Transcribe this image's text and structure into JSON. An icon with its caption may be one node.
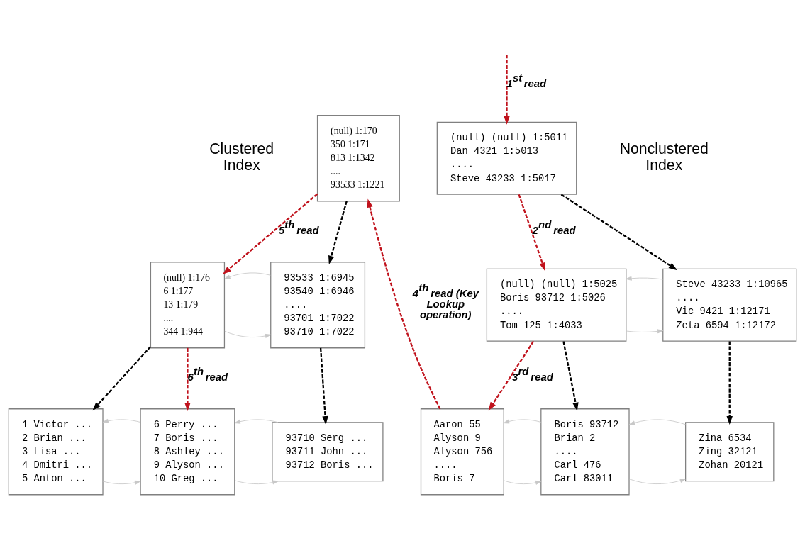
{
  "diagram": {
    "nodes": [
      {
        "text": [
          "(null) 1:170",
          "350 1:171",
          "813 1:1342",
          "....",
          "93533 1:1221"
        ]
      },
      {
        "text": [
          "(null) 1:176",
          "6 1:177",
          "13 1:179",
          "....",
          "344 1:944"
        ]
      },
      {
        "text": [
          "93533 1:6945",
          "93540 1:6946",
          "....",
          "93701 1:7022",
          "93710 1:7022"
        ]
      },
      {
        "text": [
          "1 Victor ...",
          "2 Brian ...",
          "3 Lisa ...",
          "4 Dmitri ...",
          "5 Anton ..."
        ]
      },
      {
        "text": [
          "6 Perry ...",
          "7 Boris ...",
          "8 Ashley ...",
          "9 Alyson ...",
          "10 Greg ..."
        ]
      },
      {
        "text": [
          "93710 Serg ...",
          "93711 John ...",
          "93712 Boris ..."
        ]
      },
      {
        "text": [
          "(null) (null) 1:5011",
          "Dan 4321 1:5013",
          "....",
          "Steve 43233 1:5017"
        ]
      },
      {
        "text": [
          "(null) (null) 1:5025",
          "Boris 93712 1:5026",
          "....",
          "Tom 125 1:4033"
        ]
      },
      {
        "text": [
          "Steve 43233 1:10965",
          "....",
          "Vic 9421 1:12171",
          "Zeta 6594 1:12172"
        ]
      },
      {
        "text": [
          "Aaron 55",
          "Alyson 9",
          "Alyson 756",
          "....",
          "Boris 7"
        ]
      },
      {
        "text": [
          "Boris 93712",
          "Brian 2",
          "....",
          "Carl 476",
          "Carl 83011"
        ]
      },
      {
        "text": [
          "Zina 6534",
          "Zing 32121",
          "Zohan 20121"
        ]
      }
    ],
    "edges": [
      {
        "from": null,
        "to": 6,
        "arrow": "to",
        "label": "1$^{st}$ read",
        "style": "dashed",
        "color": "#c0121c"
      },
      {
        "from": 6,
        "to": 7,
        "arrow": "to",
        "label": "2$^{nd}$ read",
        "style": "dashed",
        "color": "#c0121c"
      },
      {
        "from": 7,
        "to": 9,
        "arrow": "to",
        "label": "3$^{rd}$ read",
        "style": "dashed",
        "color": "#c0121c"
      },
      {
        "from": 9,
        "to": 0,
        "arrow": "to",
        "label": "4$^{th}$ read (Key Lookup operation)",
        "style": "dashed",
        "color": "#c0121c"
      },
      {
        "from": 0,
        "to": 1,
        "arrow": "to",
        "label": "5$^{th}$ read",
        "style": "dashed",
        "color": "#c0121c"
      },
      {
        "from": 1,
        "to": 4,
        "arrow": "to",
        "label": "6$^{th}$ read",
        "style": "dashed",
        "color": "#c0121c"
      },
      {
        "from": 0,
        "to": 2,
        "arrow": "to",
        "style": "dashed",
        "color": "#000000"
      },
      {
        "from": 1,
        "to": 3,
        "arrow": "to",
        "style": "dashed",
        "color": "#000000"
      },
      {
        "from": 2,
        "to": 5,
        "arrow": "to",
        "style": "dashed",
        "color": "#000000"
      },
      {
        "from": 6,
        "to": 8,
        "arrow": "to",
        "style": "dashed",
        "color": "#000000"
      },
      {
        "from": 7,
        "to": 10,
        "arrow": "to",
        "style": "dashed",
        "color": "#000000"
      },
      {
        "from": 8,
        "to": 11,
        "arrow": "to",
        "style": "dashed",
        "color": "#000000"
      },
      {
        "from": 1,
        "to": 2,
        "arrow": "to"
      },
      {
        "from": 2,
        "to": 1,
        "arrow": "to"
      },
      {
        "from": 3,
        "to": 4,
        "arrow": "to"
      },
      {
        "from": 4,
        "to": 3,
        "arrow": "to"
      },
      {
        "from": 4,
        "to": 5,
        "arrow": "to"
      },
      {
        "from": 5,
        "to": 4,
        "arrow": "to"
      },
      {
        "from": 7,
        "to": 8,
        "arrow": "to"
      },
      {
        "from": 8,
        "to": 7,
        "arrow": "to"
      },
      {
        "from": 9,
        "to": 10,
        "arrow": "to"
      },
      {
        "from": 10,
        "to": 9,
        "arrow": "to"
      },
      {
        "from": 10,
        "to": 11,
        "arrow": "to"
      },
      {
        "from": 11,
        "to": 10,
        "arrow": "to"
      }
    ],
    "labels": [
      "Clustered Index",
      "Nonclustered Index"
    ]
  }
}
